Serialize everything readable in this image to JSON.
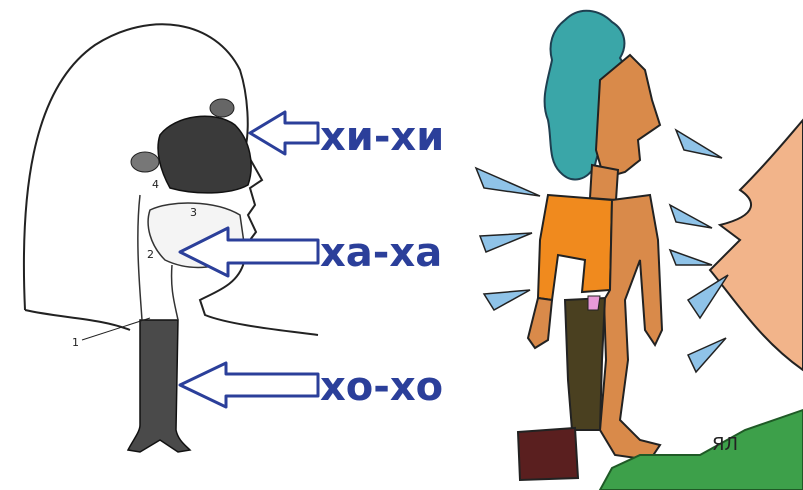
{
  "diagram": {
    "labels": {
      "head": "хи-хи",
      "mouth": "ха-ха",
      "chest": "хо-хо"
    },
    "numbers": {
      "n1": "1",
      "n2": "2",
      "n3": "3",
      "n4": "4"
    }
  },
  "signature": "ЯЛ",
  "colors": {
    "arrow_stroke": "#2b3f9a",
    "label": "#2b3f9a",
    "shard_fill": "#8fc3e8",
    "hair": "#3aa6a8",
    "skin": "#d98a4a",
    "shirt": "#f08a1e",
    "trousers": "#4a4020",
    "grass": "#3da04a",
    "face_right": "#f2b48a"
  }
}
